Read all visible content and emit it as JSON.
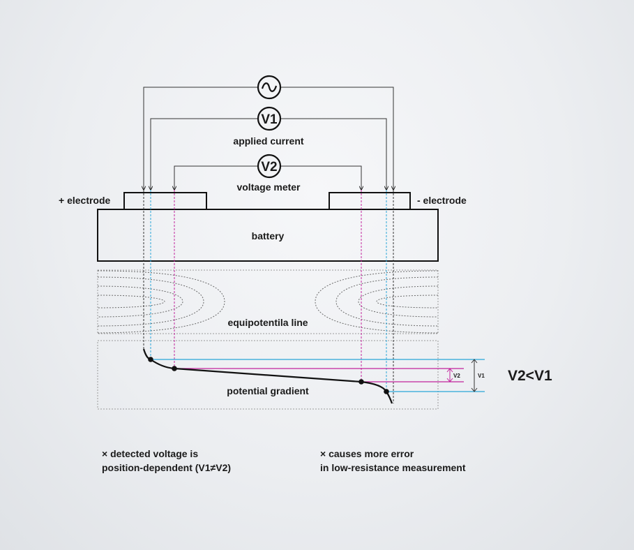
{
  "diagram": {
    "labels": {
      "applied_current": "applied current",
      "voltage_meter": "voltage meter",
      "plus_electrode": "+ electrode",
      "minus_electrode": "- electrode",
      "battery": "battery",
      "equipotential_line": "equipotentila line",
      "potential_gradient": "potential gradient",
      "v1_symbol": "V1",
      "v2_symbol": "V2",
      "v1_bracket": "V1",
      "v2_bracket": "V2",
      "comparison": "V2<V1"
    },
    "icons": {
      "ac_source": "ac-source-icon",
      "v1_meter": "voltmeter-v1-icon",
      "v2_meter": "voltmeter-v2-icon"
    },
    "colors": {
      "wire": "#333333",
      "current_probe": "#29a6d8",
      "voltage_probe": "#c2239c",
      "dashed_box": "#9a9a9a",
      "ink": "#111111"
    }
  },
  "notes": {
    "left": {
      "line1": "× detected voltage is",
      "line2": "position-dependent (V1≠V2)"
    },
    "right": {
      "line1": "× causes more error",
      "line2": "in low-resistance measurement"
    }
  }
}
